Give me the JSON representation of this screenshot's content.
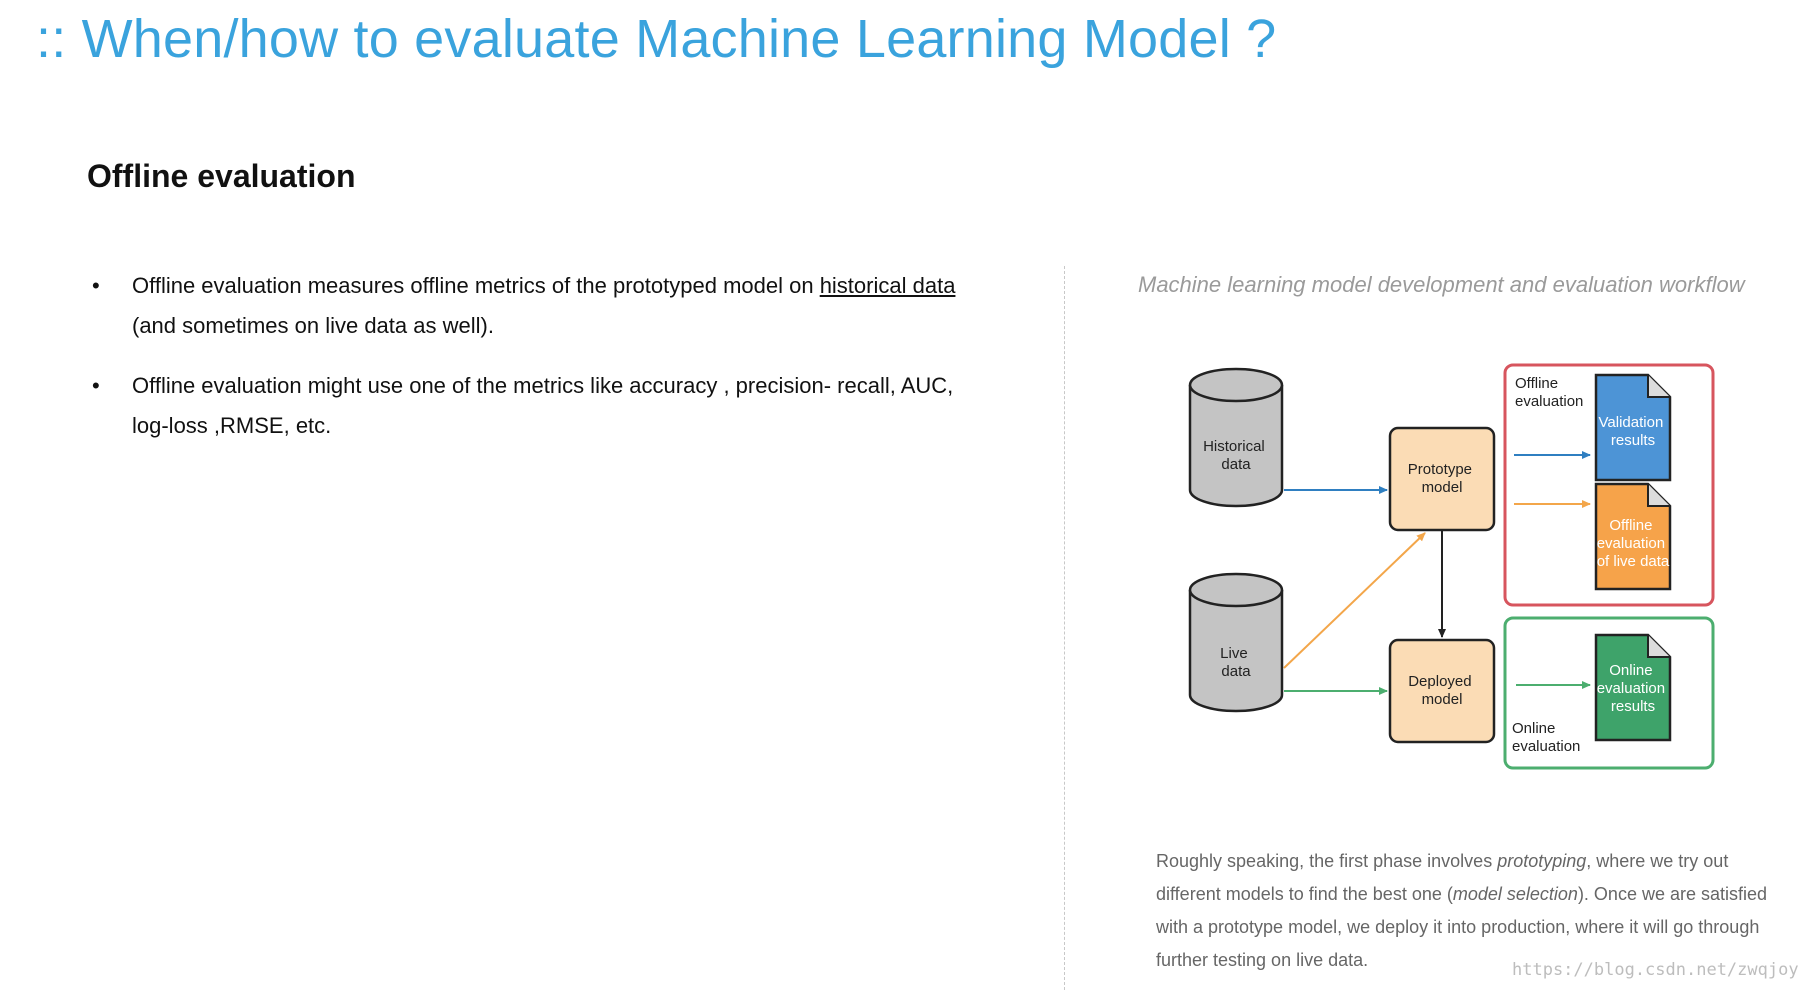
{
  "title": ":: When/how to evaluate Machine Learning Model ?",
  "subtitle": "Offline evaluation",
  "bullets": {
    "b1_pre": "Offline evaluation measures offline metrics of the prototyped model on ",
    "b1_link": "historical data",
    "b1_post": " (and sometimes on live data as well).",
    "b2": "Offline evaluation might use one of the metrics like accuracy , precision- recall, AUC, log-loss ,RMSE, etc."
  },
  "diagram": {
    "caption": "Machine learning model development and evaluation workflow",
    "historical_data": [
      "Historical",
      "data"
    ],
    "live_data": [
      "Live",
      "data"
    ],
    "prototype_model": [
      "Prototype",
      "model"
    ],
    "deployed_model": [
      "Deployed",
      "model"
    ],
    "offline_evaluation": [
      "Offline",
      "evaluation"
    ],
    "online_evaluation": [
      "Online",
      "evaluation"
    ],
    "validation_results": [
      "Validation",
      "results"
    ],
    "offline_eval_live": [
      "Offline",
      "evaluation",
      "of live data"
    ],
    "online_eval_results": [
      "Online",
      "evaluation",
      "results"
    ],
    "colors": {
      "blue": "#2f7fc1",
      "orange": "#f3a64a",
      "green": "#4cae6f",
      "red": "#d7555e",
      "box": "#fbdcb5",
      "cylinder": "#c4c4c4",
      "doc_blue": "#4d94d6",
      "doc_orange": "#f6a34a",
      "doc_green": "#3ea36a"
    }
  },
  "paragraph": {
    "p1": "Roughly speaking, the first phase involves ",
    "i1": "prototyping",
    "p2": ", where we try out different models to find the best one (",
    "i2": "model selection",
    "p3": "). Once we are satisfied with a prototype model, we deploy it into production, where it will go through further testing on live data."
  },
  "watermark": "https://blog.csdn.net/zwqjoy"
}
